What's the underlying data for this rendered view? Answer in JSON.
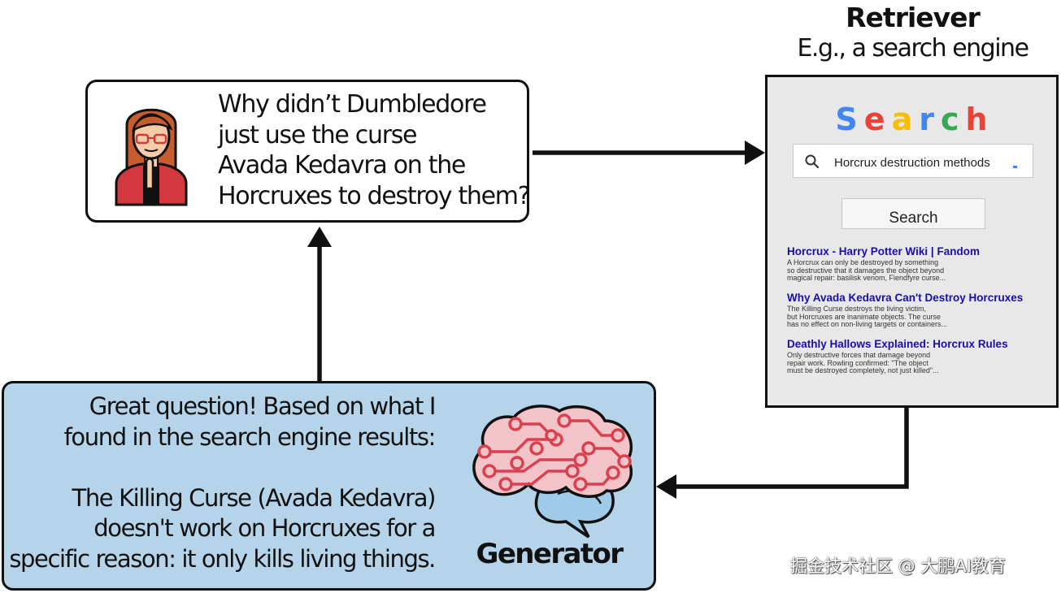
{
  "retriever": {
    "title": "Retriever",
    "subtitle": "E.g., a search engine"
  },
  "question": {
    "lines": [
      "Why didn’t Dumbledore",
      "just use the curse",
      "Avada Kedavra on the",
      "Horcruxes to destroy them?"
    ]
  },
  "search": {
    "logo_letters": [
      "S",
      "e",
      "a",
      "r",
      "c",
      "h"
    ],
    "logo_colors": [
      "#4285f4",
      "#ea4335",
      "#fbbc05",
      "#4285f4",
      "#34a853",
      "#ea4335"
    ],
    "query": "Horcrux destruction methods",
    "button_label": "Search",
    "results": [
      {
        "title": "Horcrux - Harry Potter Wiki | Fandom",
        "snippet": [
          "A Horcrux can only be destroyed by something",
          "so destructive that it damages the object beyond",
          "magical repair: basilisk venom, Fiendfyre curse..."
        ]
      },
      {
        "title": "Why Avada Kedavra Can't Destroy Horcruxes",
        "snippet": [
          "The Killing Curse destroys the living victim,",
          "but Horcruxes are inanimate objects. The curse",
          "has no effect on non-living targets or containers..."
        ]
      },
      {
        "title": "Deathly Hallows Explained: Horcrux Rules",
        "snippet": [
          "Only destructive forces that damage beyond",
          "repair work. Rowling confirmed: \"The object",
          "must be destroyed completely, not just killed\"..."
        ]
      }
    ]
  },
  "answer": {
    "paragraph1": [
      "Great question! Based on what I",
      "found in the search engine results:"
    ],
    "paragraph2": [
      "The Killing Curse (Avada Kedavra)",
      "doesn't work on Horcruxes for a",
      "specific reason: it only kills living things."
    ]
  },
  "generator": {
    "label": "Generator"
  },
  "watermark": "掘金技术社区 @ 大鹏AI教育",
  "colors": {
    "generator_bg": "#b5d4ea",
    "search_panel_bg": "#e8e8e8",
    "result_link": "#1a0dab",
    "brain_fill": "#f2c3c8",
    "brain_circuit": "#d9414f",
    "brain_lobe": "#9ecbea"
  },
  "icons": [
    "person-icon",
    "search-magnifier-icon",
    "brain-icon"
  ]
}
